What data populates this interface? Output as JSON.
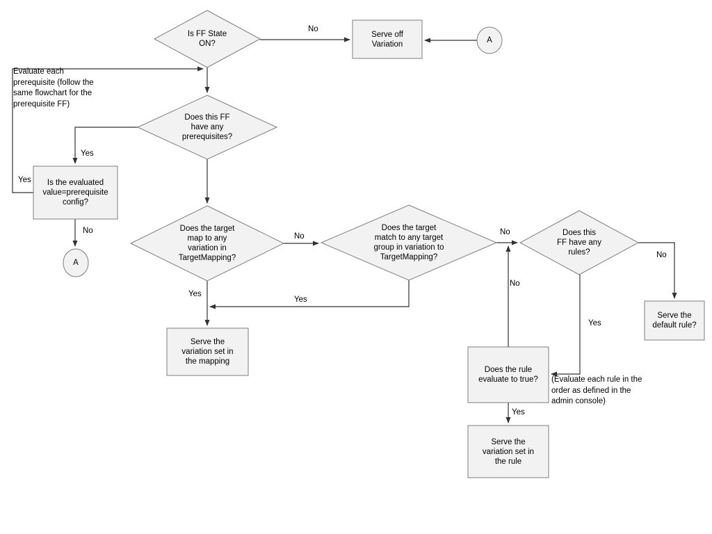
{
  "colors": {
    "node_fill": "#f2f2f2",
    "node_border": "#7e7e7e",
    "connector": "#333333",
    "text": "#000000"
  },
  "nodes": {
    "is_ff_state_on": "Is FF State\nON?",
    "serve_off_variation": "Serve off\nVariation",
    "connector_a_top": "A",
    "has_prerequisites": "Does this FF\nhave any\nprerequisites?",
    "evaluated_value_matches": "Is the evaluated\nvalue=prerequisite\nconfig?",
    "connector_a_left": "A",
    "target_maps_variation": "Does the target\nmap to any\nvariation in\nTargetMapping?",
    "target_matches_group": "Does the target\nmatch to any target\ngroup in variation to\nTargetMapping?",
    "has_rules": "Does this\nFF have any\nrules?",
    "serve_default_rule": "Serve the\ndefault rule?",
    "rule_evaluates_true": "Does the rule\nevaluate to true?",
    "serve_variation_rule": "Serve the\nvariation set in\nthe rule",
    "serve_variation_mapping": "Serve the\nvariation set in\nthe mapping"
  },
  "edge_labels": {
    "ff_state_no": "No",
    "prerequisites_yes": "Yes",
    "eval_loop_yes": "Yes",
    "eval_no": "No",
    "target_map_no": "No",
    "target_map_yes": "Yes",
    "target_match_yes": "Yes",
    "target_match_no": "No",
    "rule_eval_no": "No",
    "rules_no": "No",
    "rules_yes": "Yes",
    "rule_eval_yes": "Yes"
  },
  "annotations": {
    "prerequisite_note": "Evaluate each\nprerequisite (follow the\nsame flowchart for the\nprerequisite FF)",
    "rule_order_note": "(Evaluate each rule in the\norder as defined in the\nadmin console)"
  }
}
